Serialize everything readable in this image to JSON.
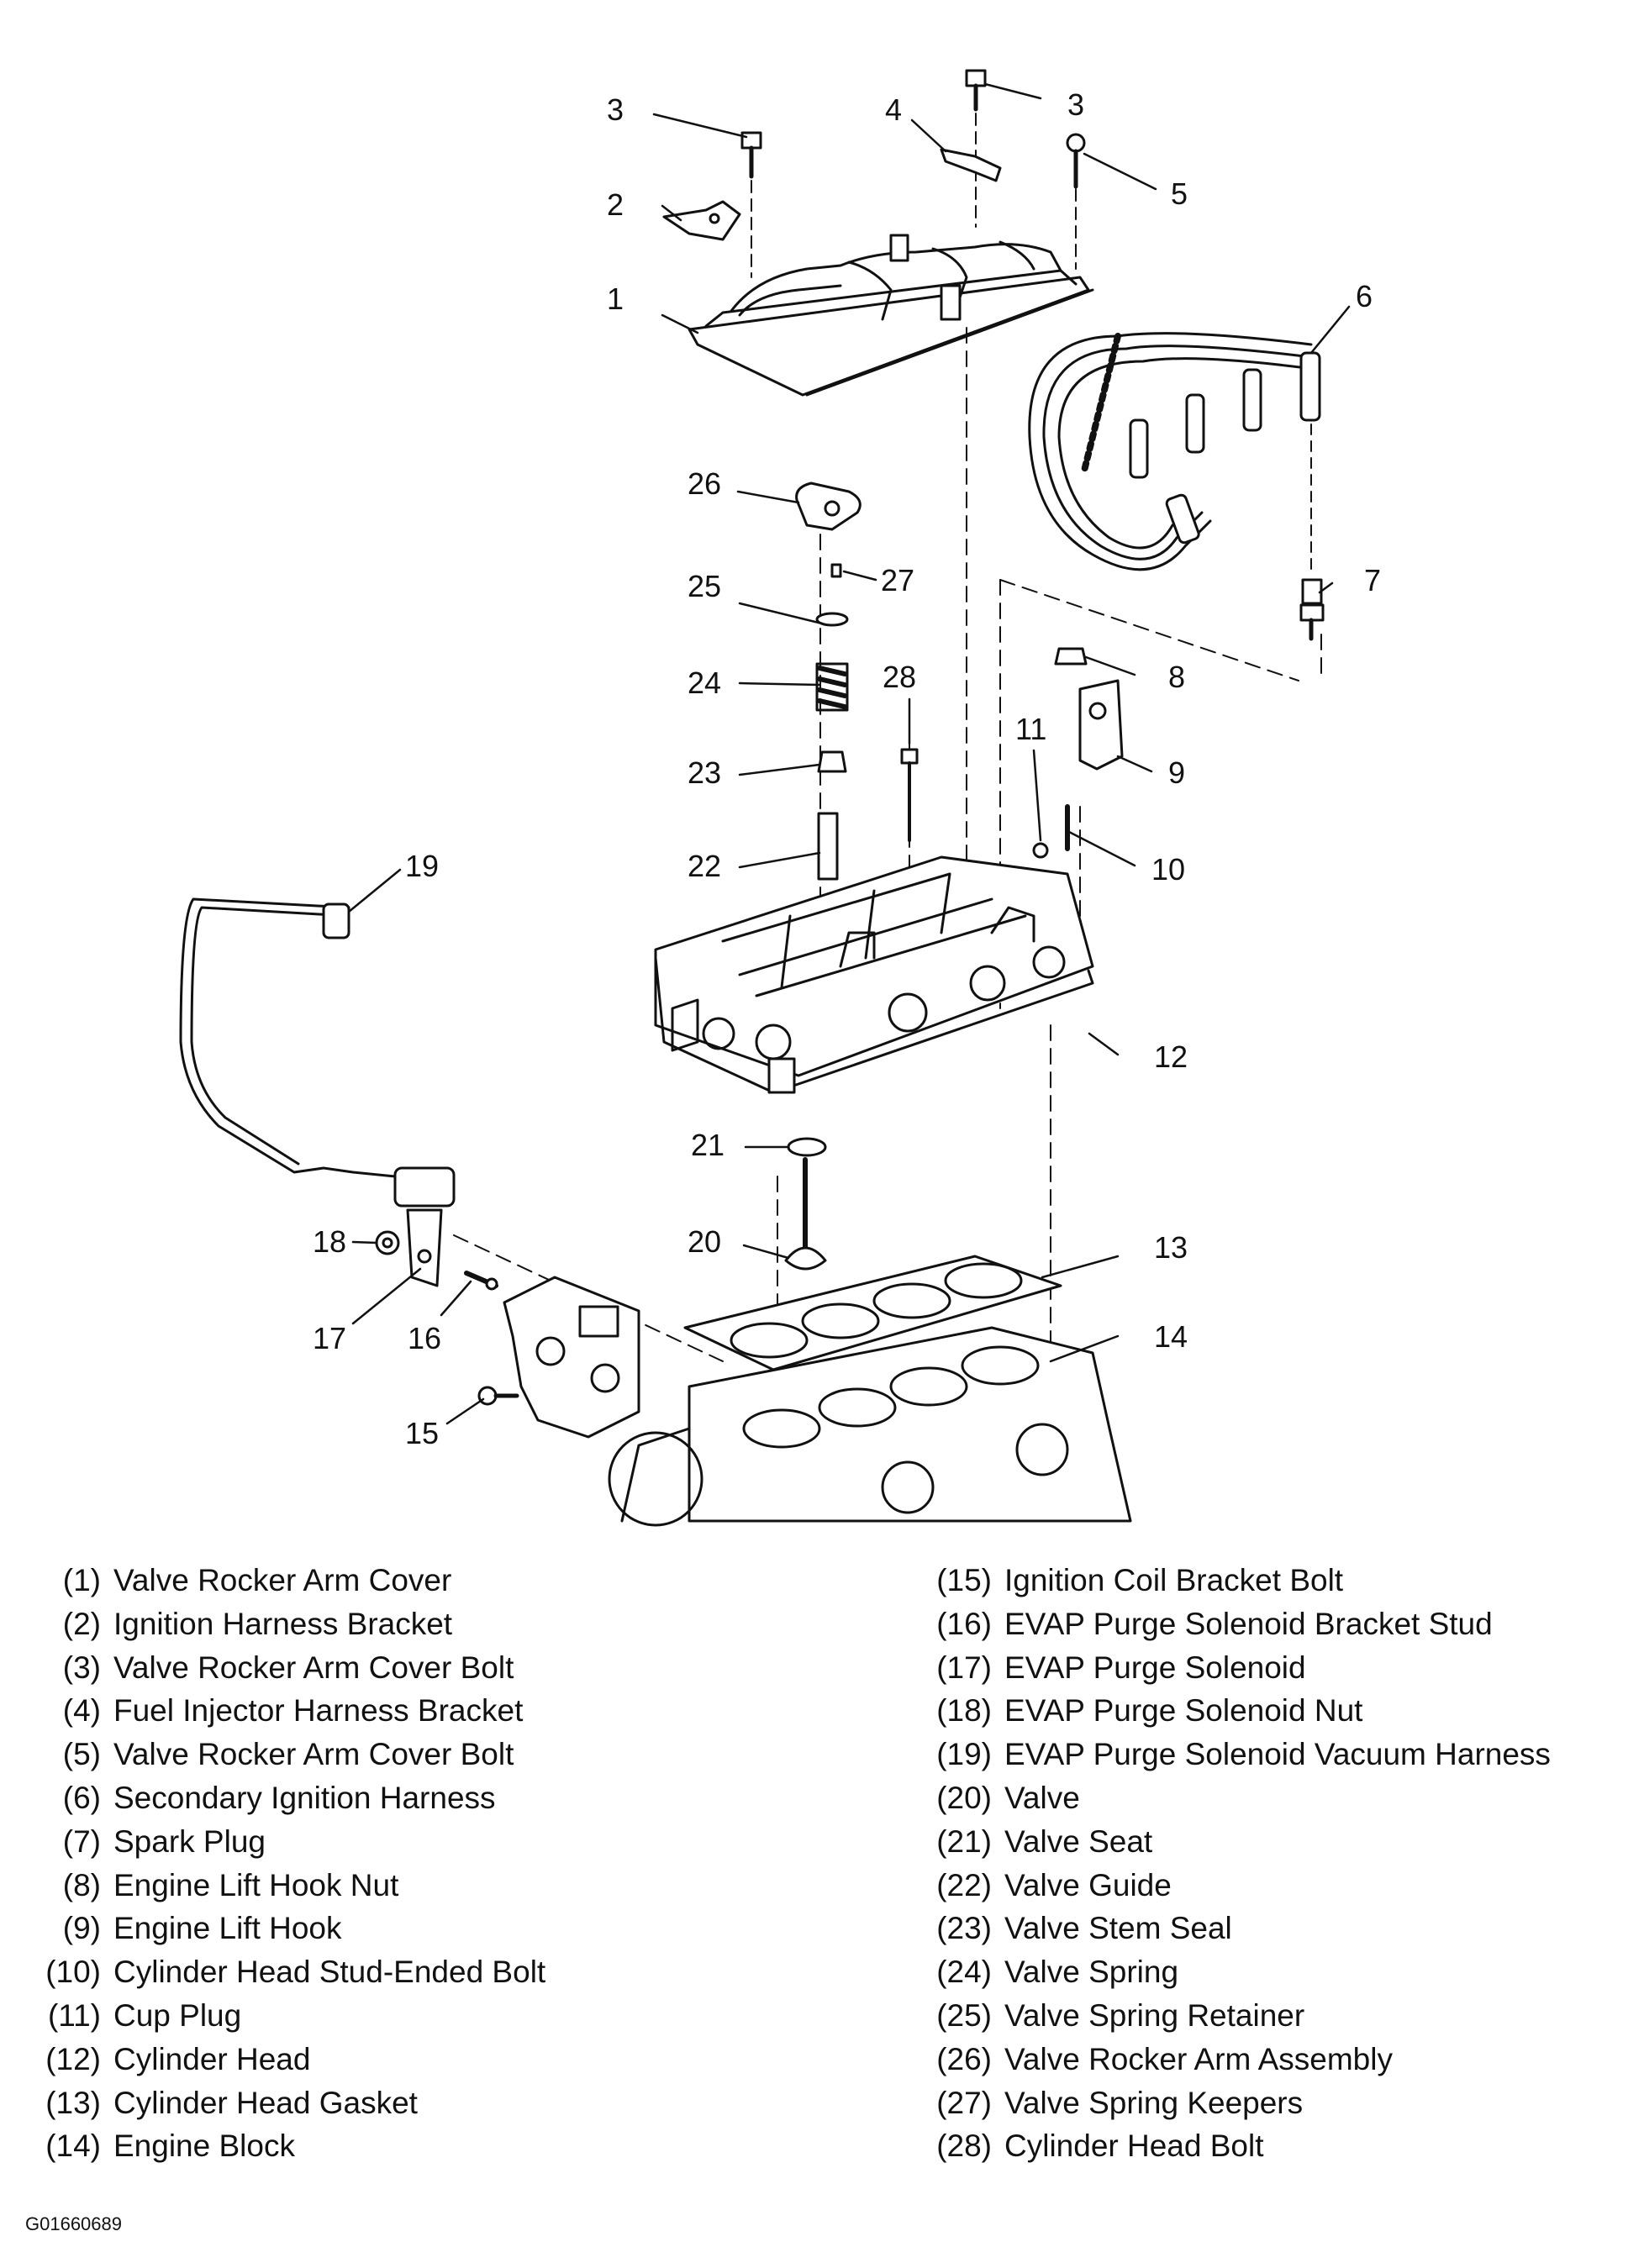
{
  "callouts": [
    {
      "num": "1"
    },
    {
      "num": "2"
    },
    {
      "num": "3"
    },
    {
      "num": "3"
    },
    {
      "num": "4"
    },
    {
      "num": "5"
    },
    {
      "num": "6"
    },
    {
      "num": "7"
    },
    {
      "num": "8"
    },
    {
      "num": "9"
    },
    {
      "num": "10"
    },
    {
      "num": "11"
    },
    {
      "num": "12"
    },
    {
      "num": "13"
    },
    {
      "num": "14"
    },
    {
      "num": "15"
    },
    {
      "num": "16"
    },
    {
      "num": "17"
    },
    {
      "num": "18"
    },
    {
      "num": "19"
    },
    {
      "num": "20"
    },
    {
      "num": "21"
    },
    {
      "num": "22"
    },
    {
      "num": "23"
    },
    {
      "num": "24"
    },
    {
      "num": "25"
    },
    {
      "num": "26"
    },
    {
      "num": "27"
    },
    {
      "num": "28"
    }
  ],
  "legend": {
    "left": [
      {
        "num": "(1)",
        "label": "Valve Rocker Arm Cover"
      },
      {
        "num": "(2)",
        "label": "Ignition Harness Bracket"
      },
      {
        "num": "(3)",
        "label": "Valve Rocker Arm Cover Bolt"
      },
      {
        "num": "(4)",
        "label": "Fuel Injector Harness Bracket"
      },
      {
        "num": "(5)",
        "label": "Valve Rocker Arm Cover Bolt"
      },
      {
        "num": "(6)",
        "label": "Secondary Ignition Harness"
      },
      {
        "num": "(7)",
        "label": "Spark Plug"
      },
      {
        "num": "(8)",
        "label": "Engine Lift Hook Nut"
      },
      {
        "num": "(9)",
        "label": "Engine Lift Hook"
      },
      {
        "num": "(10)",
        "label": "Cylinder Head Stud-Ended Bolt"
      },
      {
        "num": "(11)",
        "label": "Cup Plug"
      },
      {
        "num": "(12)",
        "label": "Cylinder Head"
      },
      {
        "num": "(13)",
        "label": "Cylinder Head Gasket"
      },
      {
        "num": "(14)",
        "label": "Engine Block"
      }
    ],
    "right": [
      {
        "num": "(15)",
        "label": "Ignition Coil Bracket Bolt"
      },
      {
        "num": "(16)",
        "label": "EVAP Purge Solenoid Bracket Stud"
      },
      {
        "num": "(17)",
        "label": "EVAP Purge Solenoid"
      },
      {
        "num": "(18)",
        "label": "EVAP Purge Solenoid Nut"
      },
      {
        "num": "(19)",
        "label": "EVAP Purge Solenoid Vacuum Harness"
      },
      {
        "num": "(20)",
        "label": "Valve"
      },
      {
        "num": "(21)",
        "label": "Valve Seat"
      },
      {
        "num": "(22)",
        "label": "Valve Guide"
      },
      {
        "num": "(23)",
        "label": "Valve Stem Seal"
      },
      {
        "num": "(24)",
        "label": "Valve Spring"
      },
      {
        "num": "(25)",
        "label": "Valve Spring Retainer"
      },
      {
        "num": "(26)",
        "label": "Valve Rocker Arm Assembly"
      },
      {
        "num": "(27)",
        "label": "Valve Spring Keepers"
      },
      {
        "num": "(28)",
        "label": "Cylinder Head Bolt"
      }
    ]
  },
  "figure_id": "G01660689"
}
